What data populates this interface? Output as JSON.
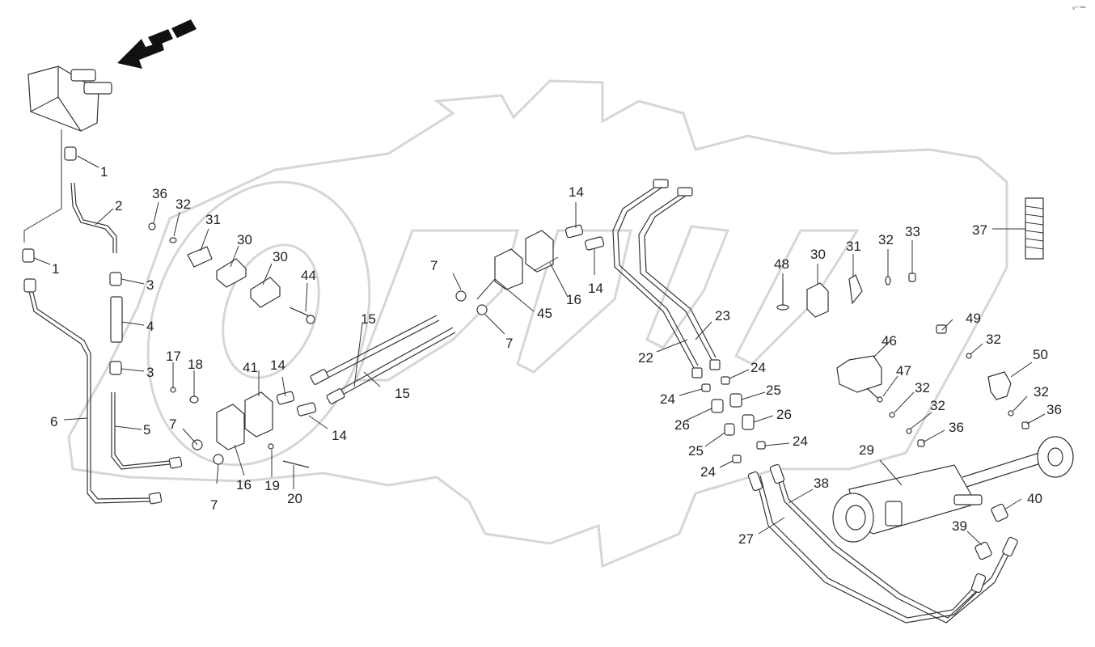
{
  "corner_mark": "x°° ªªª",
  "callouts": [
    {
      "key": "c1a",
      "text": "1"
    },
    {
      "key": "c1b",
      "text": "1"
    },
    {
      "key": "c2",
      "text": "2"
    },
    {
      "key": "c3a",
      "text": "3"
    },
    {
      "key": "c3b",
      "text": "3"
    },
    {
      "key": "c4",
      "text": "4"
    },
    {
      "key": "c5",
      "text": "5"
    },
    {
      "key": "c6",
      "text": "6"
    },
    {
      "key": "c7a",
      "text": "7"
    },
    {
      "key": "c7b",
      "text": "7"
    },
    {
      "key": "c7c",
      "text": "7"
    },
    {
      "key": "c7d",
      "text": "7"
    },
    {
      "key": "c14a",
      "text": "14"
    },
    {
      "key": "c14b",
      "text": "14"
    },
    {
      "key": "c14c",
      "text": "14"
    },
    {
      "key": "c14d",
      "text": "14"
    },
    {
      "key": "c15a",
      "text": "15"
    },
    {
      "key": "c15b",
      "text": "15"
    },
    {
      "key": "c16a",
      "text": "16"
    },
    {
      "key": "c16b",
      "text": "16"
    },
    {
      "key": "c17",
      "text": "17"
    },
    {
      "key": "c18",
      "text": "18"
    },
    {
      "key": "c19",
      "text": "19"
    },
    {
      "key": "c20",
      "text": "20"
    },
    {
      "key": "c22",
      "text": "22"
    },
    {
      "key": "c23",
      "text": "23"
    },
    {
      "key": "c24a",
      "text": "24"
    },
    {
      "key": "c24b",
      "text": "24"
    },
    {
      "key": "c24c",
      "text": "24"
    },
    {
      "key": "c24d",
      "text": "24"
    },
    {
      "key": "c25a",
      "text": "25"
    },
    {
      "key": "c25b",
      "text": "25"
    },
    {
      "key": "c26a",
      "text": "26"
    },
    {
      "key": "c26b",
      "text": "26"
    },
    {
      "key": "c27",
      "text": "27"
    },
    {
      "key": "c29",
      "text": "29"
    },
    {
      "key": "c30a",
      "text": "30"
    },
    {
      "key": "c30b",
      "text": "30"
    },
    {
      "key": "c30c",
      "text": "30"
    },
    {
      "key": "c31a",
      "text": "31"
    },
    {
      "key": "c31b",
      "text": "31"
    },
    {
      "key": "c32a",
      "text": "32"
    },
    {
      "key": "c32b",
      "text": "32"
    },
    {
      "key": "c32c",
      "text": "32"
    },
    {
      "key": "c32d",
      "text": "32"
    },
    {
      "key": "c32e",
      "text": "32"
    },
    {
      "key": "c32f",
      "text": "32"
    },
    {
      "key": "c33",
      "text": "33"
    },
    {
      "key": "c36a",
      "text": "36"
    },
    {
      "key": "c36b",
      "text": "36"
    },
    {
      "key": "c36c",
      "text": "36"
    },
    {
      "key": "c37",
      "text": "37"
    },
    {
      "key": "c38",
      "text": "38"
    },
    {
      "key": "c39",
      "text": "39"
    },
    {
      "key": "c40",
      "text": "40"
    },
    {
      "key": "c41",
      "text": "41"
    },
    {
      "key": "c44",
      "text": "44"
    },
    {
      "key": "c45",
      "text": "45"
    },
    {
      "key": "c46",
      "text": "46"
    },
    {
      "key": "c47",
      "text": "47"
    },
    {
      "key": "c48",
      "text": "48"
    },
    {
      "key": "c49",
      "text": "49"
    },
    {
      "key": "c50",
      "text": "50"
    }
  ]
}
